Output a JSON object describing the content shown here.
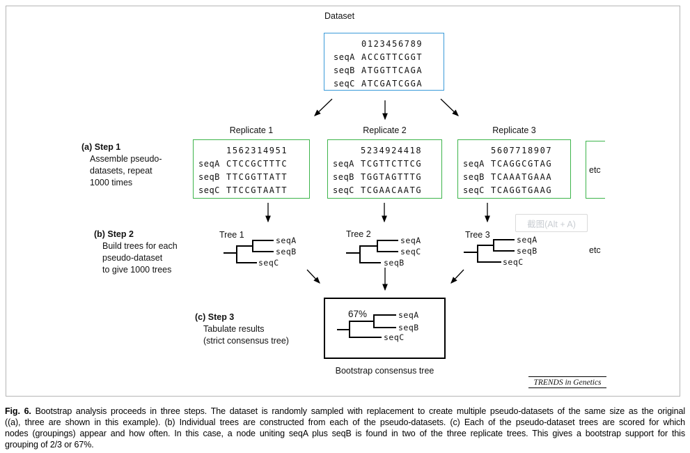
{
  "figure": {
    "dataset": {
      "label": "Dataset",
      "position_header": "0123456789",
      "rows": [
        {
          "name": "seqA",
          "seq": "ACCGTTCGGT"
        },
        {
          "name": "seqB",
          "seq": "ATGGTTCAGA"
        },
        {
          "name": "seqC",
          "seq": "ATCGATCGGA"
        }
      ]
    },
    "steps": [
      {
        "heading": "(a) Step 1",
        "lines": [
          "Assemble pseudo-",
          "datasets, repeat",
          "1000 times"
        ]
      },
      {
        "heading": "(b) Step 2",
        "lines": [
          "Build trees for each",
          "pseudo-dataset",
          "to give 1000 trees"
        ]
      },
      {
        "heading": "(c) Step 3",
        "lines": [
          "Tabulate results",
          "(strict consensus tree)"
        ]
      }
    ],
    "replicates": [
      {
        "label": "Replicate 1",
        "position_header": "1562314951",
        "rows": [
          {
            "name": "seqA",
            "seq": "CTCCGCTTTC"
          },
          {
            "name": "seqB",
            "seq": "TTCGGTTATT"
          },
          {
            "name": "seqC",
            "seq": "TTCCGTAATT"
          }
        ]
      },
      {
        "label": "Replicate 2",
        "position_header": "5234924418",
        "rows": [
          {
            "name": "seqA",
            "seq": "TCGTTCTTCG"
          },
          {
            "name": "seqB",
            "seq": "TGGTAGTTTG"
          },
          {
            "name": "seqC",
            "seq": "TCGAACAATG"
          }
        ]
      },
      {
        "label": "Replicate 3",
        "position_header": "5607718907",
        "rows": [
          {
            "name": "seqA",
            "seq": "TCAGGCGTAG"
          },
          {
            "name": "seqB",
            "seq": "TCAAATGAAA"
          },
          {
            "name": "seqC",
            "seq": "TCAGGTGAAG"
          }
        ]
      }
    ],
    "etc_replicate": "etc",
    "etc_tree": "etc",
    "trees": [
      {
        "label": "Tree 1",
        "leaves": [
          "seqA",
          "seqB",
          "seqC"
        ]
      },
      {
        "label": "Tree 2",
        "leaves": [
          "seqA",
          "seqC",
          "seqB"
        ]
      },
      {
        "label": "Tree 3",
        "leaves": [
          "seqA",
          "seqB",
          "seqC"
        ]
      }
    ],
    "consensus": {
      "support": "67%",
      "leaves": [
        "seqA",
        "seqB",
        "seqC"
      ],
      "label": "Bootstrap consensus tree"
    },
    "journal": "TRENDS in Genetics",
    "colors": {
      "dataset_box_border": "#3a9ad9",
      "replicate_box_border": "#3cb44a",
      "tree_lines": "#000000",
      "panel_border": "#b5b5b5"
    }
  },
  "overlay": {
    "screenshot_button_label": "截图(Alt + A)"
  },
  "caption": {
    "label": "Fig. 6.",
    "lines": [
      "Bootstrap analysis proceeds in three steps. The dataset is randomly sampled with replacement to create multiple pseudo-datasets of the same size as the original",
      "((a), three are shown in this example). (b) Individual trees are constructed from each of the pseudo-datasets. (c) Each of the pseudo-dataset trees are scored for which",
      "nodes (groupings) appear and how often. In this case, a node uniting seqA plus seqB is found in two of the three replicate trees. This gives a bootstrap support for this",
      "grouping of 2/3 or 67%."
    ]
  }
}
